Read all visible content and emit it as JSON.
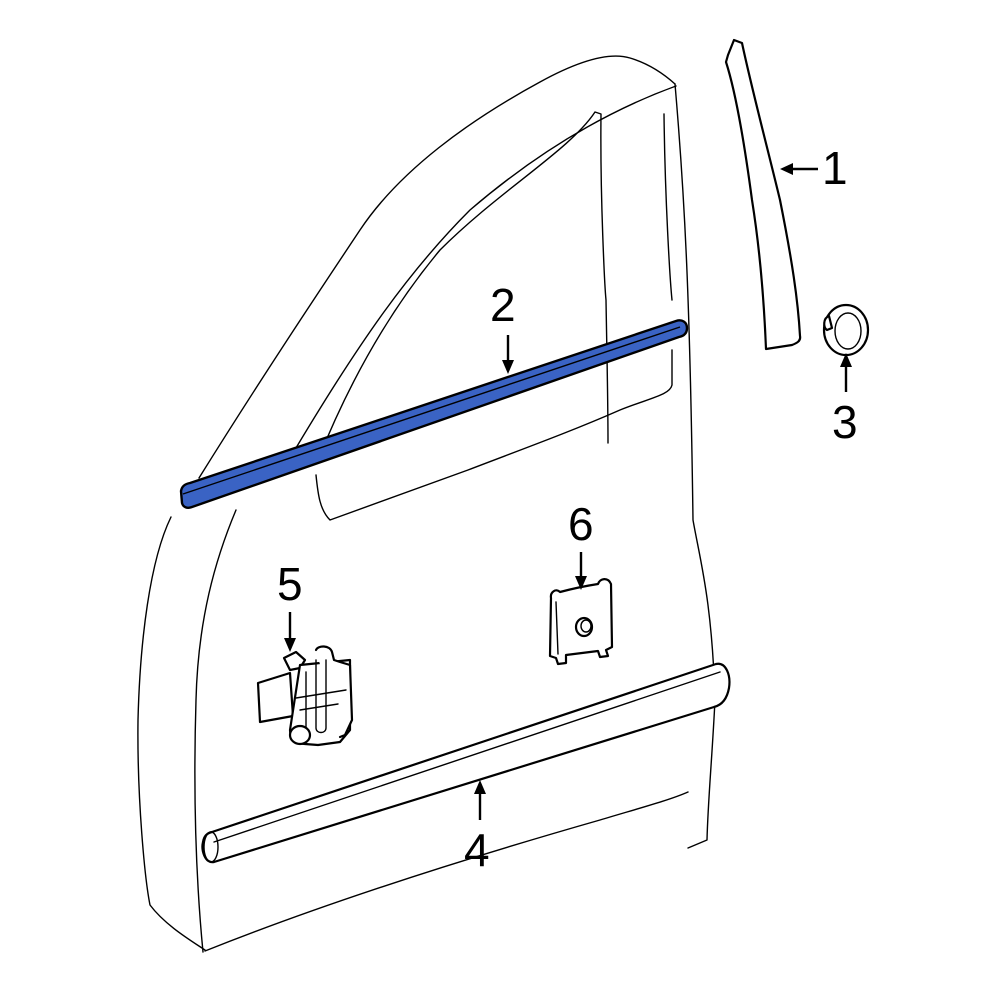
{
  "diagram": {
    "subject": "Front door exterior moldings",
    "highlight_color": "#3a63c4",
    "line_color": "#000000",
    "background_color": "#ffffff",
    "highlighted_part": "2"
  },
  "callouts": [
    {
      "number": "1",
      "part": "Door frame garnish / pillar applique",
      "arrow_direction": "left"
    },
    {
      "number": "2",
      "part": "Belt weatherstrip molding (highlighted)",
      "arrow_direction": "down"
    },
    {
      "number": "3",
      "part": "Clip / grommet",
      "arrow_direction": "up"
    },
    {
      "number": "4",
      "part": "Side body molding",
      "arrow_direction": "up"
    },
    {
      "number": "5",
      "part": "Molding clip",
      "arrow_direction": "down"
    },
    {
      "number": "6",
      "part": "Retainer clip",
      "arrow_direction": "down"
    }
  ]
}
